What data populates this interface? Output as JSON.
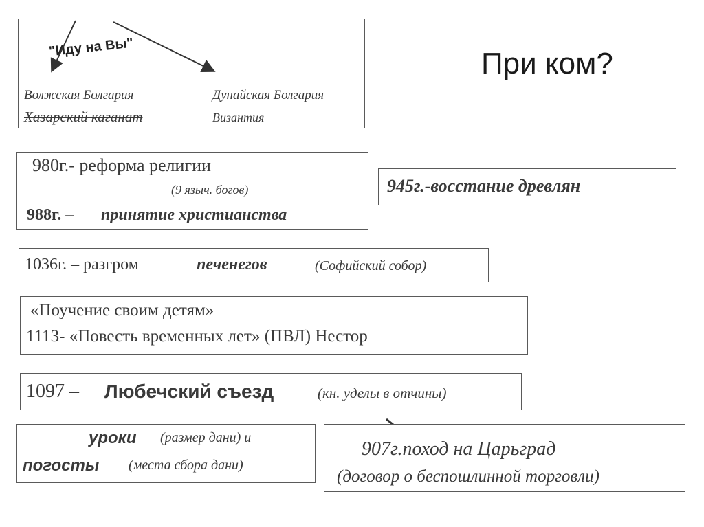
{
  "slide_title": "При ком?",
  "card1": {
    "banner": "\"Иду на Вы\"",
    "left_line1": "Волжская Болгария",
    "left_line2": "Хазарский каганат",
    "right_line1": "Дунайская Болгария",
    "right_line2": "Византия"
  },
  "card2": {
    "line1": "980г.- реформа религии",
    "note": "(9 языч. богов)",
    "line2_date": "988г. –",
    "line2_text": "принятие христианства"
  },
  "card3": {
    "text": "945г.-восстание древлян"
  },
  "card4": {
    "date": "1036г. – разгром",
    "bold": "печенегов",
    "note": "(Софийский собор)"
  },
  "card5": {
    "line1": "«Поучение своим детям»",
    "line2": "1113-  «Повесть временных лет» (ПВЛ) Нестор"
  },
  "card6": {
    "date": "1097 –",
    "bold": "Любечский съезд",
    "note": "(кн. уделы в отчины)"
  },
  "card7": {
    "line1_bold": "уроки",
    "line1_note": "(размер дани) и",
    "line2_bold": "погосты",
    "line2_note": "(места сбора дани)"
  },
  "card8": {
    "line1": "907г.поход на Царьград",
    "line2": "(договор о беспошлинной торговли)"
  }
}
